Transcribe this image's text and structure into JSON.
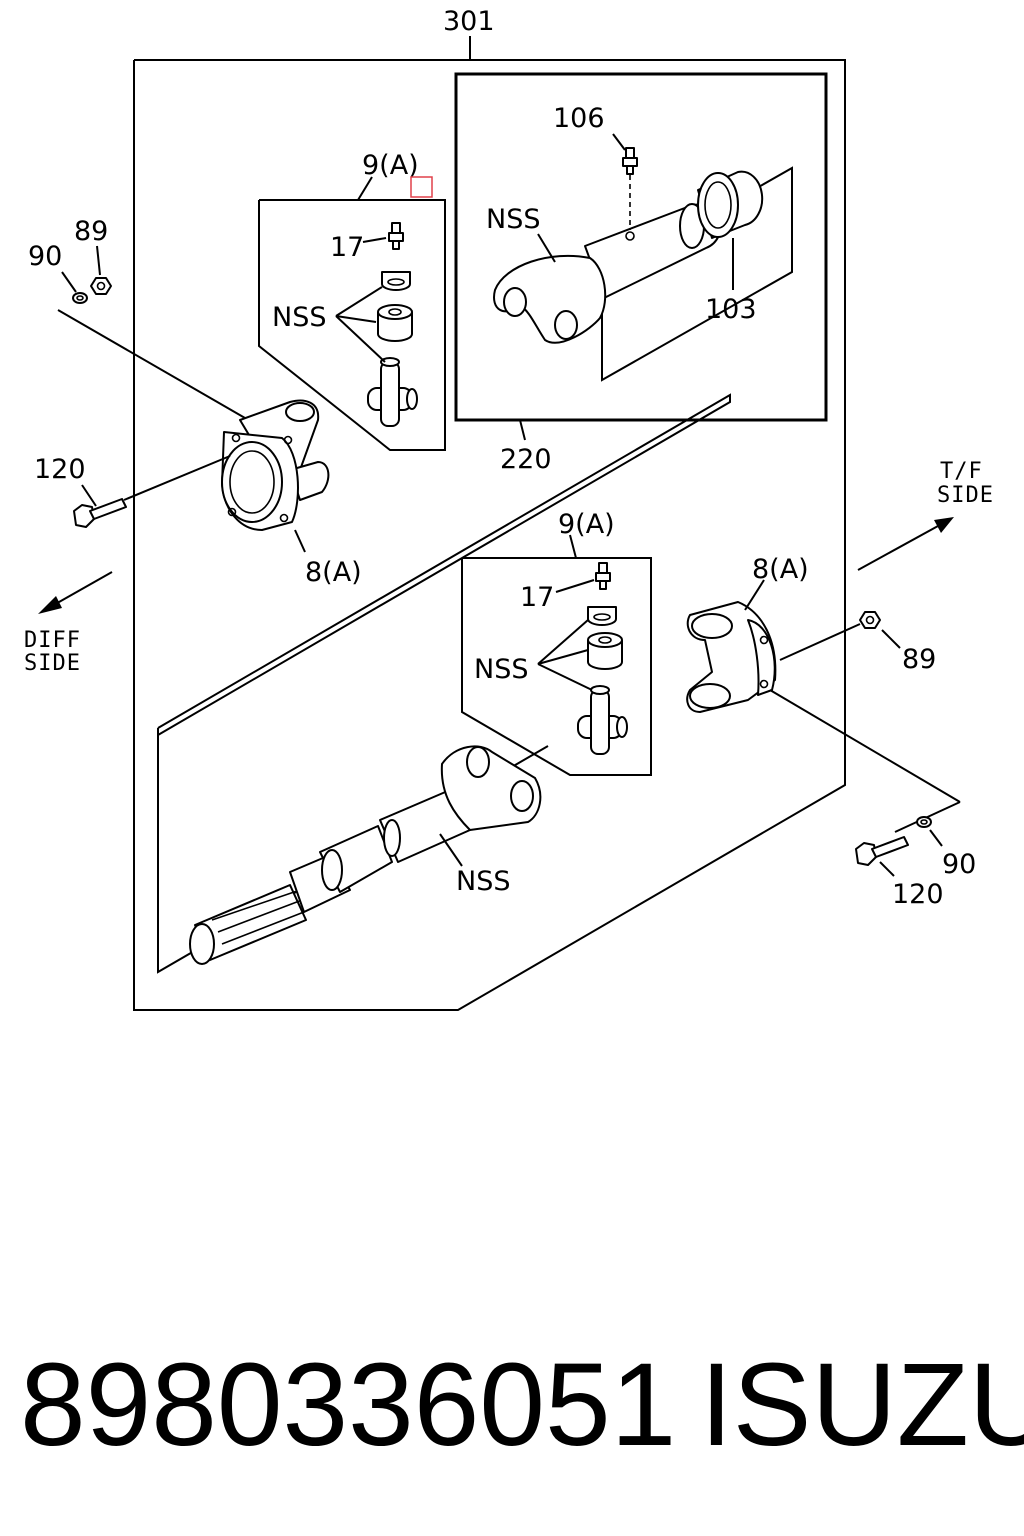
{
  "diagram": {
    "labels": {
      "assembly": "301",
      "shaft_tube": "220",
      "grease_106": "106",
      "dust_cover": "103",
      "nss_tube": "NSS",
      "kit_top": "9(A)",
      "grease_17_top": "17",
      "nss_kit_top": "NSS",
      "nut_top": "89",
      "washer_top": "90",
      "bolt_top": "120",
      "flange_yoke_top": "8(A)",
      "kit_bottom": "9(A)",
      "grease_17_bottom": "17",
      "nss_kit_bottom": "NSS",
      "flange_yoke_bottom": "8(A)",
      "nut_bottom": "89",
      "washer_bottom": "90",
      "bolt_bottom": "120",
      "nss_shaft": "NSS"
    },
    "sides": {
      "tf_line1": "T/F",
      "tf_line2": "SIDE",
      "diff_line1": "DIFF",
      "diff_line2": "SIDE"
    },
    "highlight_color": "#e0414a"
  },
  "footer": {
    "part_number": "8980336051",
    "brand": "ISUZU"
  }
}
